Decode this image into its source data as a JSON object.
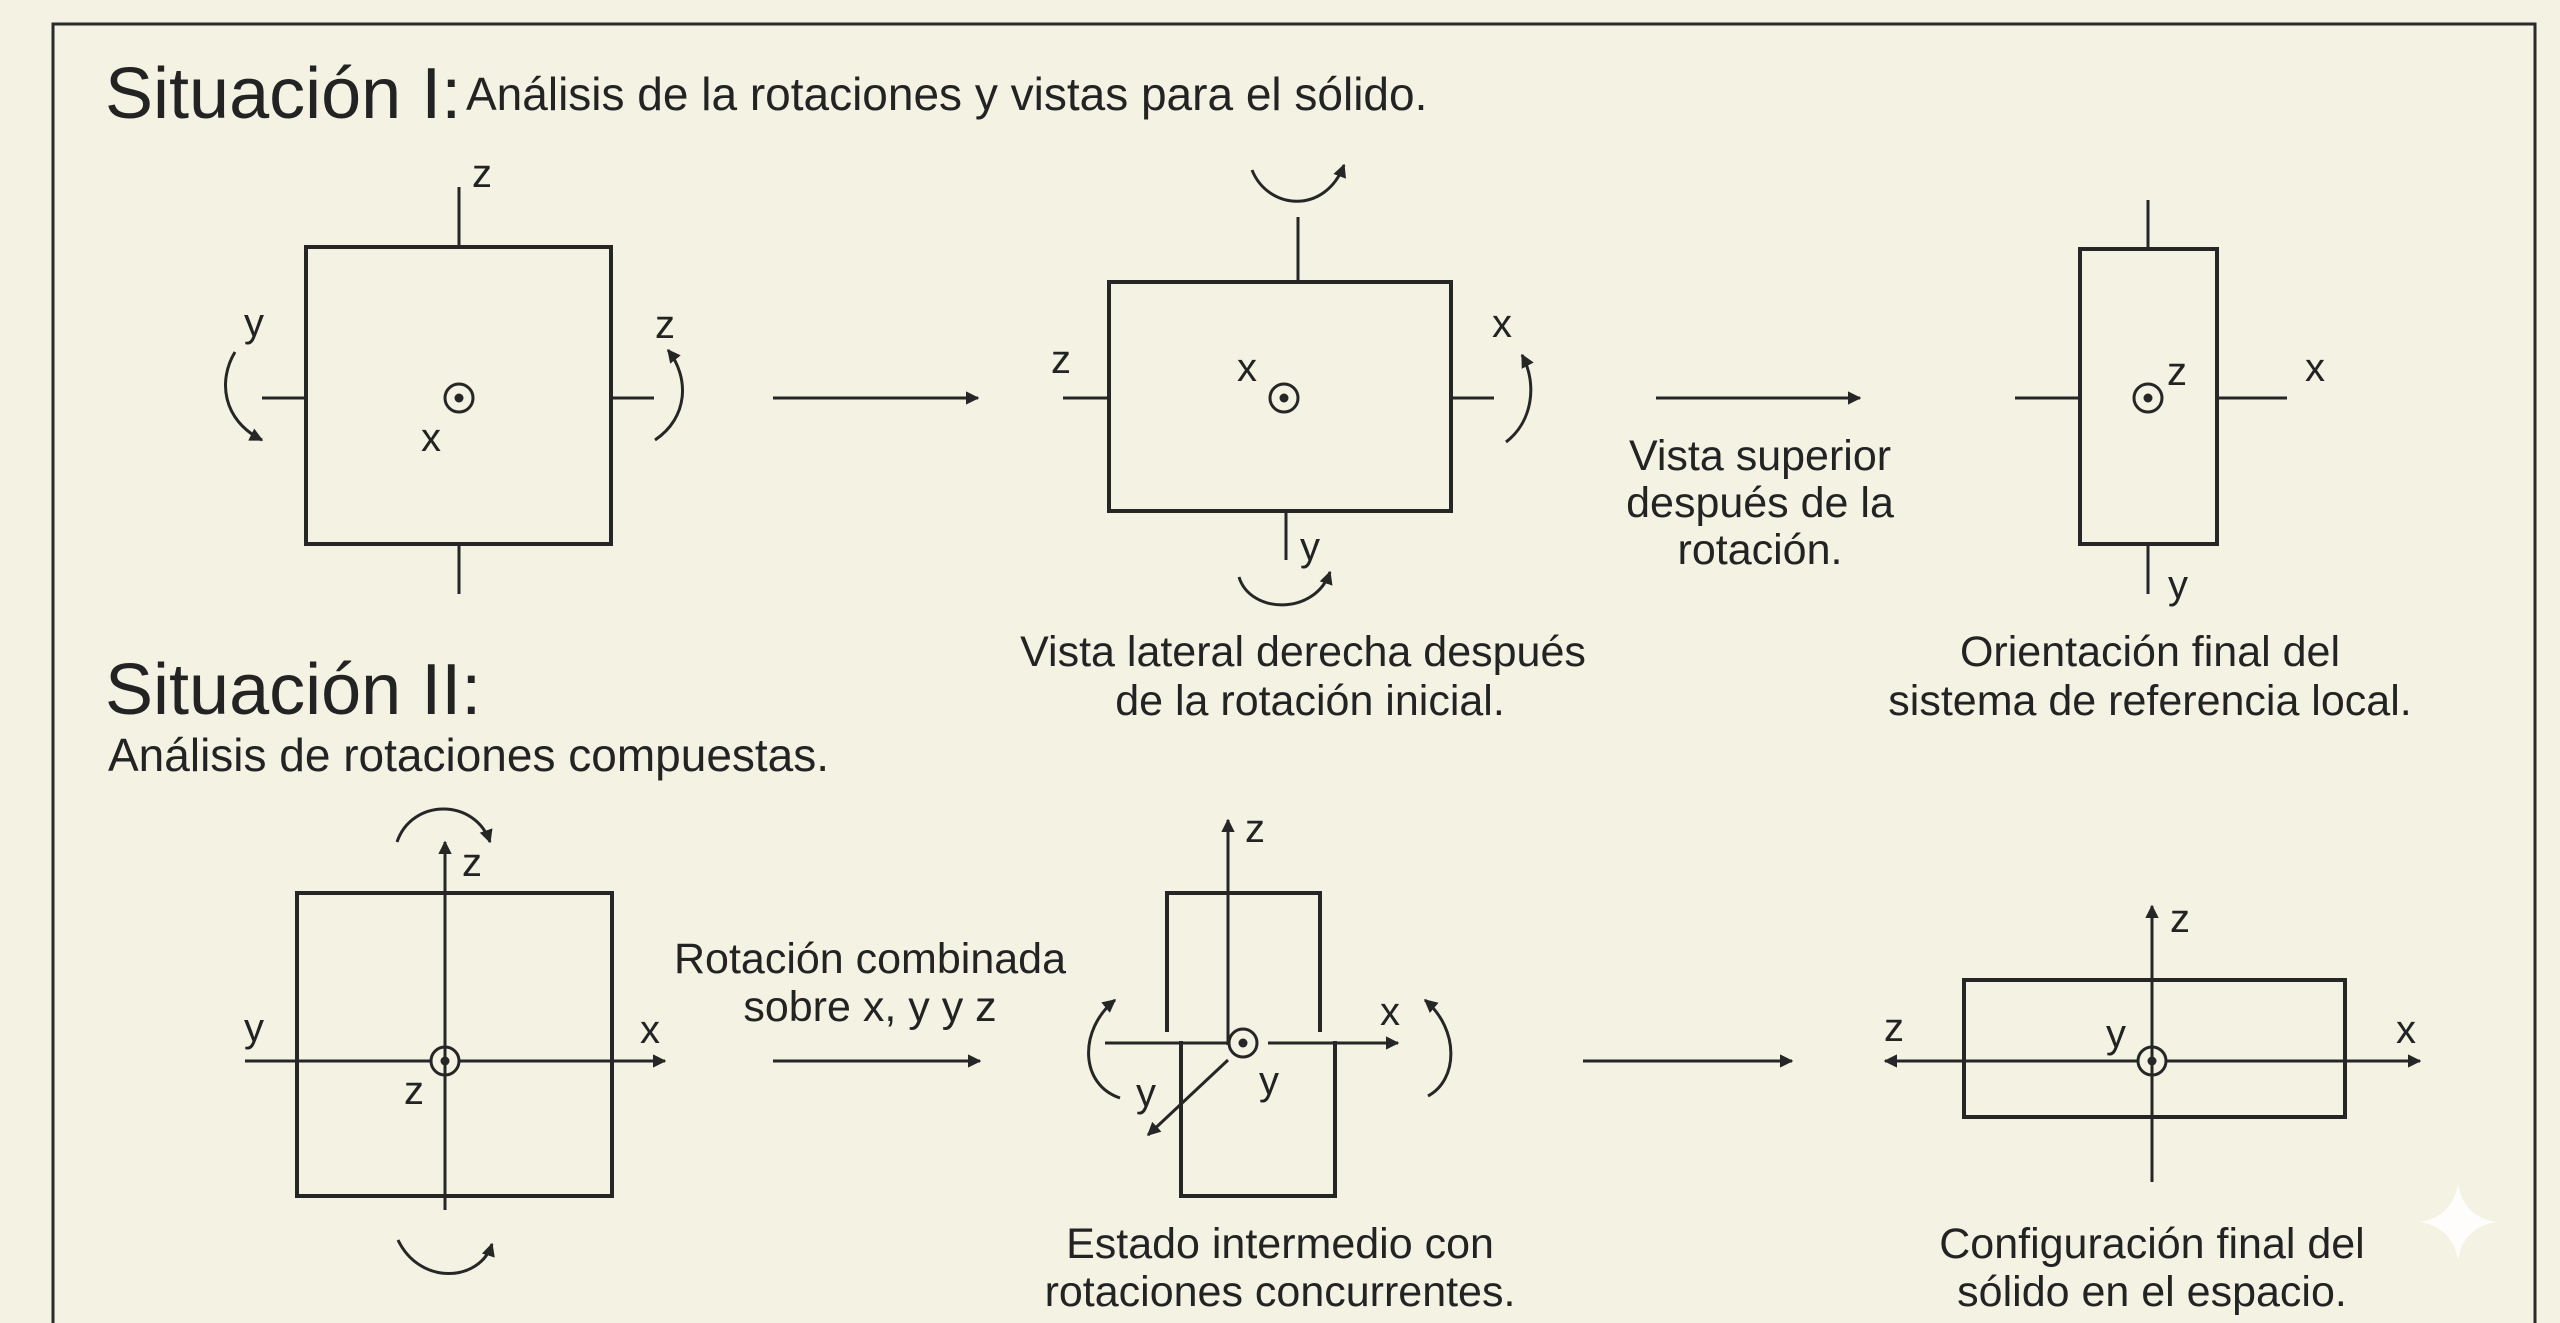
{
  "situation1": {
    "title": "Situación I:",
    "subtitle": "Análisis de la rotaciones y vistas para el sólido.",
    "fig1": {
      "axis_z_top": "z",
      "axis_y": "y",
      "axis_z_right": "z",
      "axis_x": "x"
    },
    "fig2": {
      "axis_z": "z",
      "axis_x_center": "x",
      "axis_x_right": "x",
      "axis_y": "y",
      "caption_line1": "Vista lateral derecha después",
      "caption_line2": "de la rotación inicial."
    },
    "arrow2_caption_line1": "Vista superior",
    "arrow2_caption_line2": "después de la",
    "arrow2_caption_line3": "rotación.",
    "fig3": {
      "axis_z": "z",
      "axis_x": "x",
      "axis_y": "y",
      "caption_line1": "Orientación final del",
      "caption_line2": "sistema de referencia local."
    }
  },
  "situation2": {
    "title": "Situación II:",
    "subtitle": "Análisis de rotaciones compuestas.",
    "fig1": {
      "axis_z_top": "z",
      "axis_y": "y",
      "axis_x": "x",
      "axis_z_center": "z"
    },
    "arrow1_caption_line1": "Rotación combinada",
    "arrow1_caption_line2": "sobre x, y y z",
    "fig2": {
      "axis_z": "z",
      "axis_x": "x",
      "axis_y_left": "y",
      "axis_y_right": "y",
      "caption_line1": "Estado intermedio con",
      "caption_line2": "rotaciones concurrentes."
    },
    "fig3": {
      "axis_z_top": "z",
      "axis_z_left": "z",
      "axis_y": "y",
      "axis_x": "x",
      "caption_line1": "Configuración final del",
      "caption_line2": "sólido en el espacio."
    }
  },
  "colors": {
    "background": "#f3f2e3",
    "ink": "#232323"
  }
}
